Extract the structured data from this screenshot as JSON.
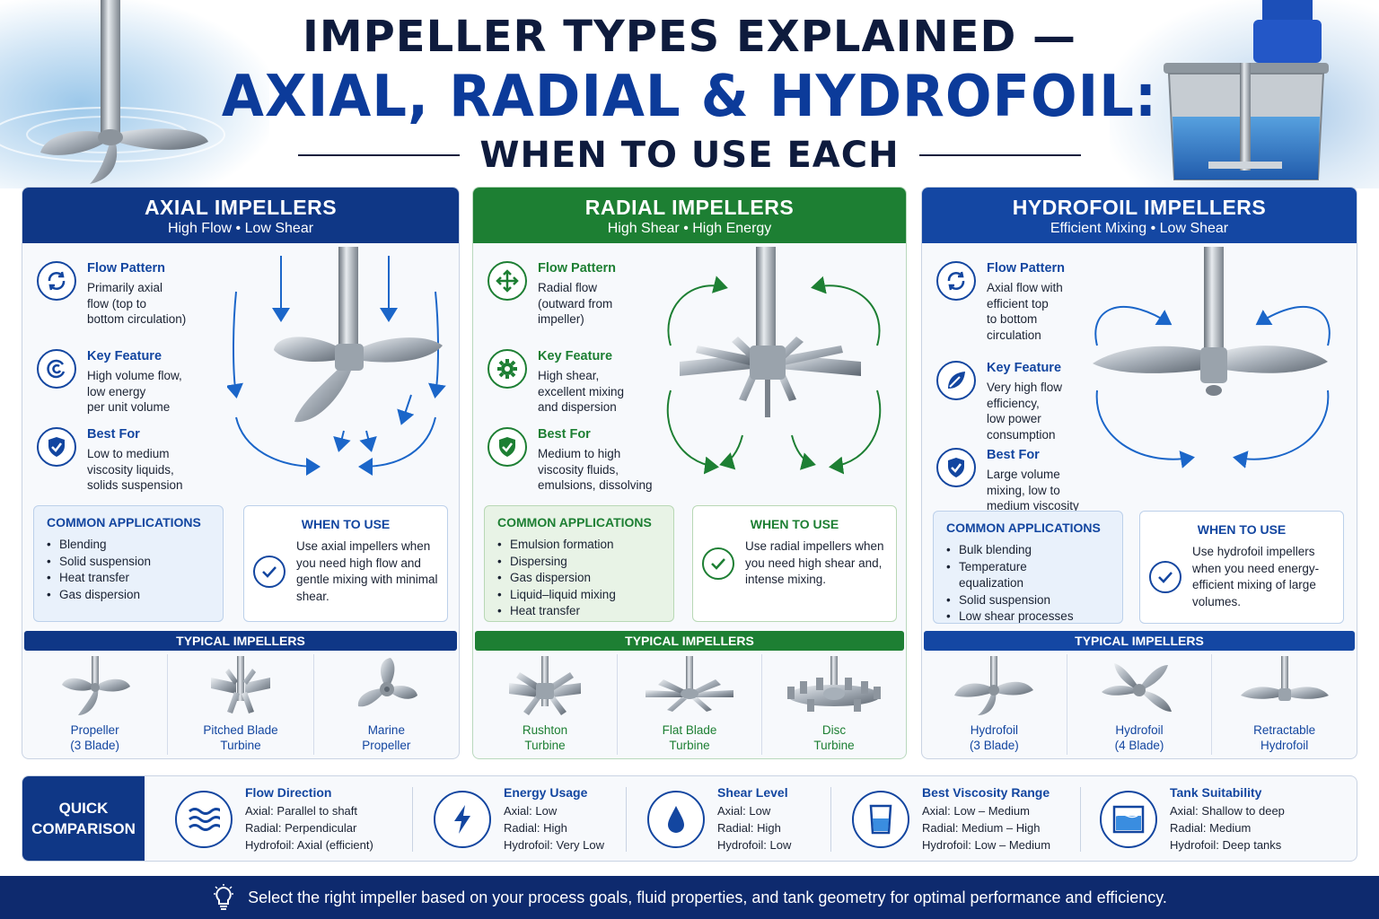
{
  "header": {
    "line1": "IMPELLER TYPES EXPLAINED —",
    "line2": "AXIAL, RADIAL & HYDROFOIL:",
    "line3": "WHEN TO USE EACH"
  },
  "panels": [
    {
      "title": "AXIAL IMPELLERS",
      "subtitle": "High Flow • Low Shear",
      "color": "#0f3786",
      "features": [
        {
          "icon": "circular-arrows-icon",
          "title": "Flow Pattern",
          "text": "Primarily axial\nflow (top to\nbottom circulation)"
        },
        {
          "icon": "swirl-icon",
          "title": "Key Feature",
          "text": "High volume flow,\nlow energy\nper unit volume"
        },
        {
          "icon": "shield-check-icon",
          "title": "Best For",
          "text": "Low to medium\nviscosity liquids,\nsolids suspension"
        }
      ],
      "apps_title": "COMMON APPLICATIONS",
      "apps": [
        "Blending",
        "Solid suspension",
        "Heat transfer",
        "Gas dispersion"
      ],
      "when_title": "WHEN TO USE",
      "when_text": "Use axial impellers when you need high flow and gentle mixing with minimal shear.",
      "typical_title": "TYPICAL IMPELLERS",
      "typical": [
        "Propeller\n(3 Blade)",
        "Pitched Blade\nTurbine",
        "Marine\nPropeller"
      ]
    },
    {
      "title": "RADIAL IMPELLERS",
      "subtitle": "High Shear • High Energy",
      "color": "#1d7f33",
      "features": [
        {
          "icon": "four-way-arrows-icon",
          "title": "Flow Pattern",
          "text": "Radial flow\n(outward from\nimpeller)"
        },
        {
          "icon": "gear-icon",
          "title": "Key Feature",
          "text": "High shear,\nexcellent mixing\nand dispersion"
        },
        {
          "icon": "shield-check-icon",
          "title": "Best For",
          "text": "Medium to high\nviscosity fluids,\nemulsions, dissolving"
        }
      ],
      "apps_title": "COMMON APPLICATIONS",
      "apps": [
        "Emulsion formation",
        "Dispersing",
        "Gas dispersion",
        "Liquid–liquid mixing",
        "Heat transfer"
      ],
      "when_title": "WHEN TO USE",
      "when_text": "Use radial impellers when you need high shear and, intense mixing.",
      "typical_title": "TYPICAL IMPELLERS",
      "typical": [
        "Rushton\nTurbine",
        "Flat Blade\nTurbine",
        "Disc\nTurbine"
      ]
    },
    {
      "title": "HYDROFOIL IMPELLERS",
      "subtitle": "Efficient Mixing • Low Shear",
      "color": "#1447a3",
      "features": [
        {
          "icon": "circular-arrows-icon",
          "title": "Flow Pattern",
          "text": "Axial flow with\nefficient top\nto bottom\ncirculation"
        },
        {
          "icon": "leaf-icon",
          "title": "Key Feature",
          "text": "Very high flow\nefficiency,\nlow power\nconsumption"
        },
        {
          "icon": "shield-check-icon",
          "title": "Best For",
          "text": "Large volume\nmixing, low to\nmedium viscosity"
        }
      ],
      "apps_title": "COMMON APPLICATIONS",
      "apps": [
        "Bulk blending",
        "Temperature\nequalization",
        "Solid suspension",
        "Low shear processes"
      ],
      "when_title": "WHEN TO USE",
      "when_text": "Use hydrofoil impellers when you need energy-efficient mixing of large volumes.",
      "typical_title": "TYPICAL IMPELLERS",
      "typical": [
        "Hydrofoil\n(3 Blade)",
        "Hydrofoil\n(4 Blade)",
        "Retractable\nHydrofoil"
      ]
    }
  ],
  "quick": {
    "label": "QUICK\nCOMPARISON",
    "items": [
      {
        "icon": "waves-icon",
        "title": "Flow Direction",
        "axial": "Axial:   Parallel to shaft",
        "radial": "Radial:  Perpendicular",
        "hydrofoil": "Hydrofoil:  Axial (efficient)"
      },
      {
        "icon": "lightning-icon",
        "title": "Energy Usage",
        "axial": "Axial:  Low",
        "radial": "Radial:  High",
        "hydrofoil": "Hydrofoil:  Very Low"
      },
      {
        "icon": "droplet-icon",
        "title": "Shear Level",
        "axial": "Axial:  Low",
        "radial": "Radial:  High",
        "hydrofoil": "Hydrofoil:  Low"
      },
      {
        "icon": "beaker-icon",
        "title": "Best Viscosity Range",
        "axial": "Axial:  Low – Medium",
        "radial": "Radial:  Medium – High",
        "hydrofoil": "Hydrofoil:  Low – Medium"
      },
      {
        "icon": "tank-icon",
        "title": "Tank Suitability",
        "axial": "Axial:  Shallow to deep",
        "radial": "Radial:  Medium",
        "hydrofoil": "Hydrofoil:  Deep tanks"
      }
    ]
  },
  "footer": {
    "icon": "lightbulb-icon",
    "text": "Select the right impeller based on your process goals, fluid properties, and tank geometry for optimal performance and efficiency."
  }
}
